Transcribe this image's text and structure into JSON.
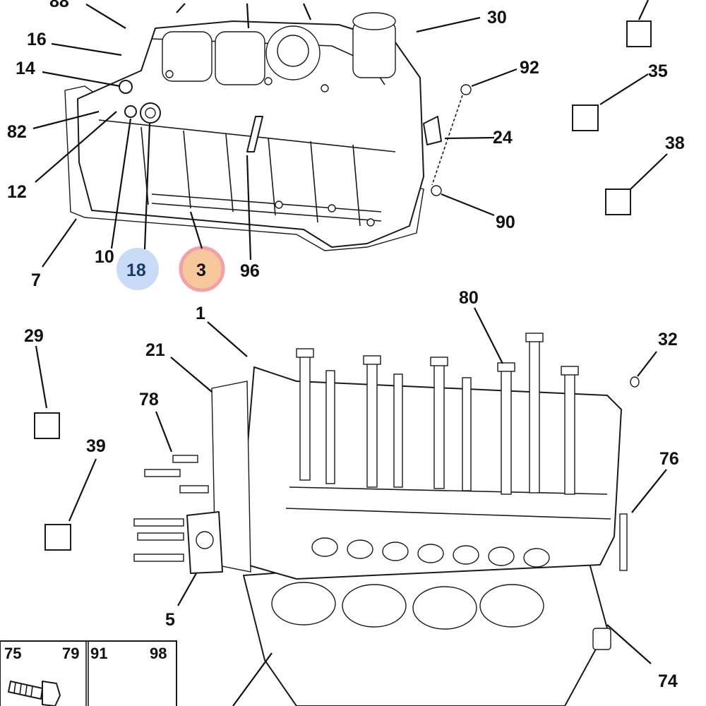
{
  "callouts": {
    "c88": "88",
    "c16": "16",
    "c14": "14",
    "c82": "82",
    "c12": "12",
    "c10": "10",
    "c18": "18",
    "c3": "3",
    "c96": "96",
    "c7": "7",
    "c30": "30",
    "c92": "92",
    "c24": "24",
    "c90": "90",
    "c35": "35",
    "c38": "38",
    "c80": "80",
    "c1": "1",
    "c21": "21",
    "c29": "29",
    "c78": "78",
    "c39": "39",
    "c32": "32",
    "c76": "76",
    "c5": "5",
    "c74": "74",
    "c75": "75",
    "c79": "79",
    "c91": "91",
    "c98": "98"
  },
  "highlights": {
    "c18_color": "#c9dcf7",
    "c3_color": "#f7c99a",
    "c3_ring_color": "#f4a0a8"
  }
}
